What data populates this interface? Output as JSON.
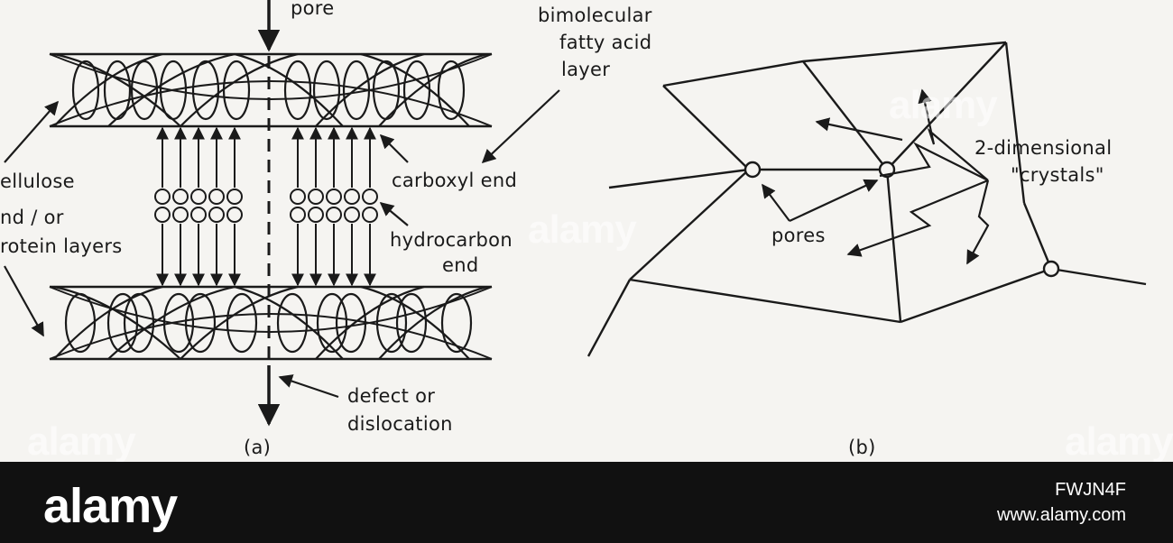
{
  "figure": {
    "panel_a": {
      "pore": "pore",
      "layer_left": [
        "ellulose",
        "nd / or",
        "rotein layers"
      ],
      "carboxyl_end": "carboxyl end",
      "hydrocarbon_end": [
        "hydrocarbon",
        "end"
      ],
      "defect": [
        "defect or",
        "dislocation"
      ],
      "caption": "(a)"
    },
    "panel_b": {
      "bilayer": [
        "bimolecular",
        "fatty acid",
        "layer"
      ],
      "crystals": [
        "2-dimensional",
        "\"crystals\""
      ],
      "pores": "pores",
      "caption": "(b)"
    }
  },
  "watermark": "alamy",
  "footer": {
    "brand": "alamy",
    "image_id": "FWJN4F",
    "url": "www.alamy.com"
  },
  "colors": {
    "ink": "#1a1a1a",
    "paper": "#f5f4f1",
    "footer_bg": "#111111"
  }
}
